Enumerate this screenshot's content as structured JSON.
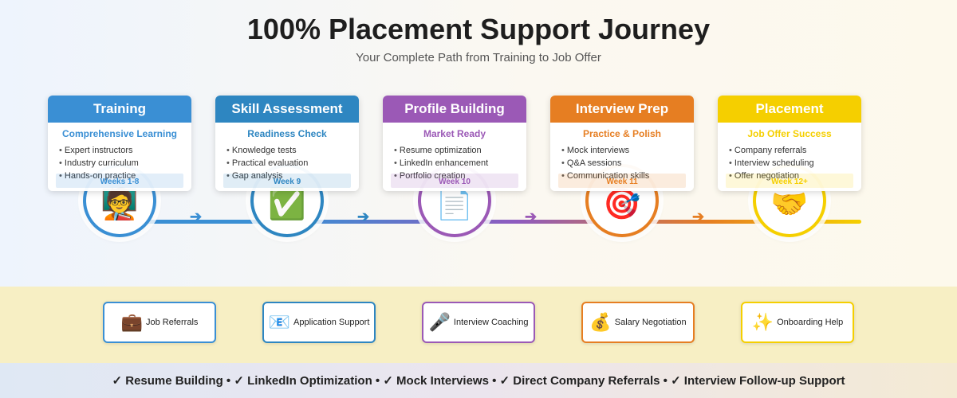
{
  "header": {
    "title": "100% Placement Support Journey",
    "subtitle": "Your Complete Path from Training to Job Offer"
  },
  "stages": [
    {
      "title": "Training",
      "subtitle": "Comprehensive Learning",
      "items": [
        "Expert instructors",
        "Industry curriculum",
        "Hands-on practice"
      ],
      "week": "Weeks 1-8",
      "color": "#3a8fd4",
      "icon": "teacher-icon",
      "glyph": "🧑‍🏫"
    },
    {
      "title": "Skill Assessment",
      "subtitle": "Readiness Check",
      "items": [
        "Knowledge tests",
        "Practical evaluation",
        "Gap analysis"
      ],
      "week": "Week 9",
      "color": "#2e86c1",
      "icon": "checkmark-icon",
      "glyph": "✅"
    },
    {
      "title": "Profile Building",
      "subtitle": "Market Ready",
      "items": [
        "Resume optimization",
        "LinkedIn enhancement",
        "Portfolio creation"
      ],
      "week": "Week 10",
      "color": "#9b59b6",
      "icon": "document-icon",
      "glyph": "📄"
    },
    {
      "title": "Interview Prep",
      "subtitle": "Practice & Polish",
      "items": [
        "Mock interviews",
        "Q&A sessions",
        "Communication skills"
      ],
      "week": "Week 11",
      "color": "#e67e22",
      "icon": "target-icon",
      "glyph": "🎯"
    },
    {
      "title": "Placement",
      "subtitle": "Job Offer Success",
      "items": [
        "Company referrals",
        "Interview scheduling",
        "Offer negotiation"
      ],
      "week": "Week 12+",
      "color": "#f5cf00",
      "icon": "handshake-icon",
      "glyph": "🤝"
    }
  ],
  "services": [
    {
      "label": "Job Referrals",
      "icon": "briefcase-icon",
      "glyph": "💼",
      "color": "#3a8fd4"
    },
    {
      "label": "Application Support",
      "icon": "envelope-icon",
      "glyph": "📧",
      "color": "#2e86c1"
    },
    {
      "label": "Interview Coaching",
      "icon": "microphone-icon",
      "glyph": "🎤",
      "color": "#9b59b6"
    },
    {
      "label": "Salary Negotiation",
      "icon": "money-bag-icon",
      "glyph": "💰",
      "color": "#e67e22"
    },
    {
      "label": "Onboarding Help",
      "icon": "sparkles-icon",
      "glyph": "✨",
      "color": "#f5cf00"
    }
  ],
  "footer": {
    "text": "✓ Resume Building  •  ✓ LinkedIn Optimization  •  ✓ Mock Interviews  •  ✓ Direct Company Referrals  •  ✓ Interview Follow-up Support"
  }
}
